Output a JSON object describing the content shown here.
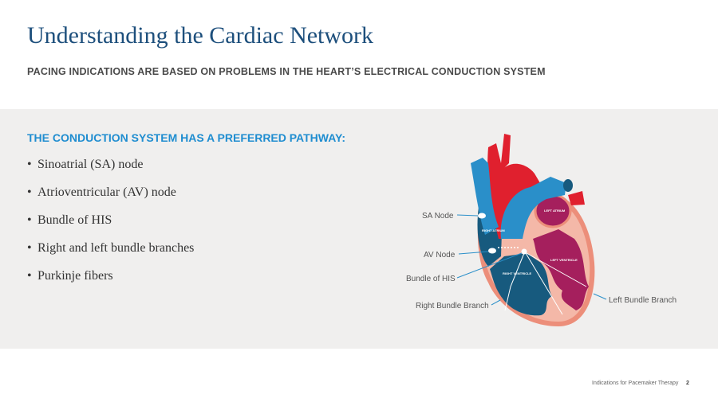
{
  "header": {
    "title": "Understanding the Cardiac Network",
    "subtitle": "PACING INDICATIONS ARE BASED ON PROBLEMS IN THE HEART’S ELECTRICAL CONDUCTION SYSTEM"
  },
  "content": {
    "heading": "THE CONDUCTION SYSTEM HAS A PREFERRED PATHWAY:",
    "bullet_glyph": "•",
    "bullets": [
      "Sinoatrial (SA) node",
      "Atrioventricular (AV) node",
      "Bundle of HIS",
      "Right and left bundle branches",
      "Purkinje fibers"
    ]
  },
  "diagram": {
    "labels": {
      "sa_node": "SA Node",
      "av_node": "AV Node",
      "bundle_his": "Bundle of HIS",
      "right_bundle": "Right Bundle Branch",
      "left_bundle": "Left Bundle Branch",
      "right_atrium": "RIGHT ATRIUM",
      "left_atrium": "LEFT ATRIUM",
      "right_ventricle": "RIGHT VENTRICLE",
      "left_ventricle": "LEFT VENTRICLE"
    },
    "colors": {
      "aorta": "#e0202e",
      "vein": "#2a8fc9",
      "right_chambers": "#175a7e",
      "left_chambers": "#a51f5d",
      "myocardium": "#f4b8a8",
      "outer_wall": "#ec8e7a"
    }
  },
  "footer": {
    "text": "Indications for Pacemaker Therapy",
    "page": "2"
  }
}
